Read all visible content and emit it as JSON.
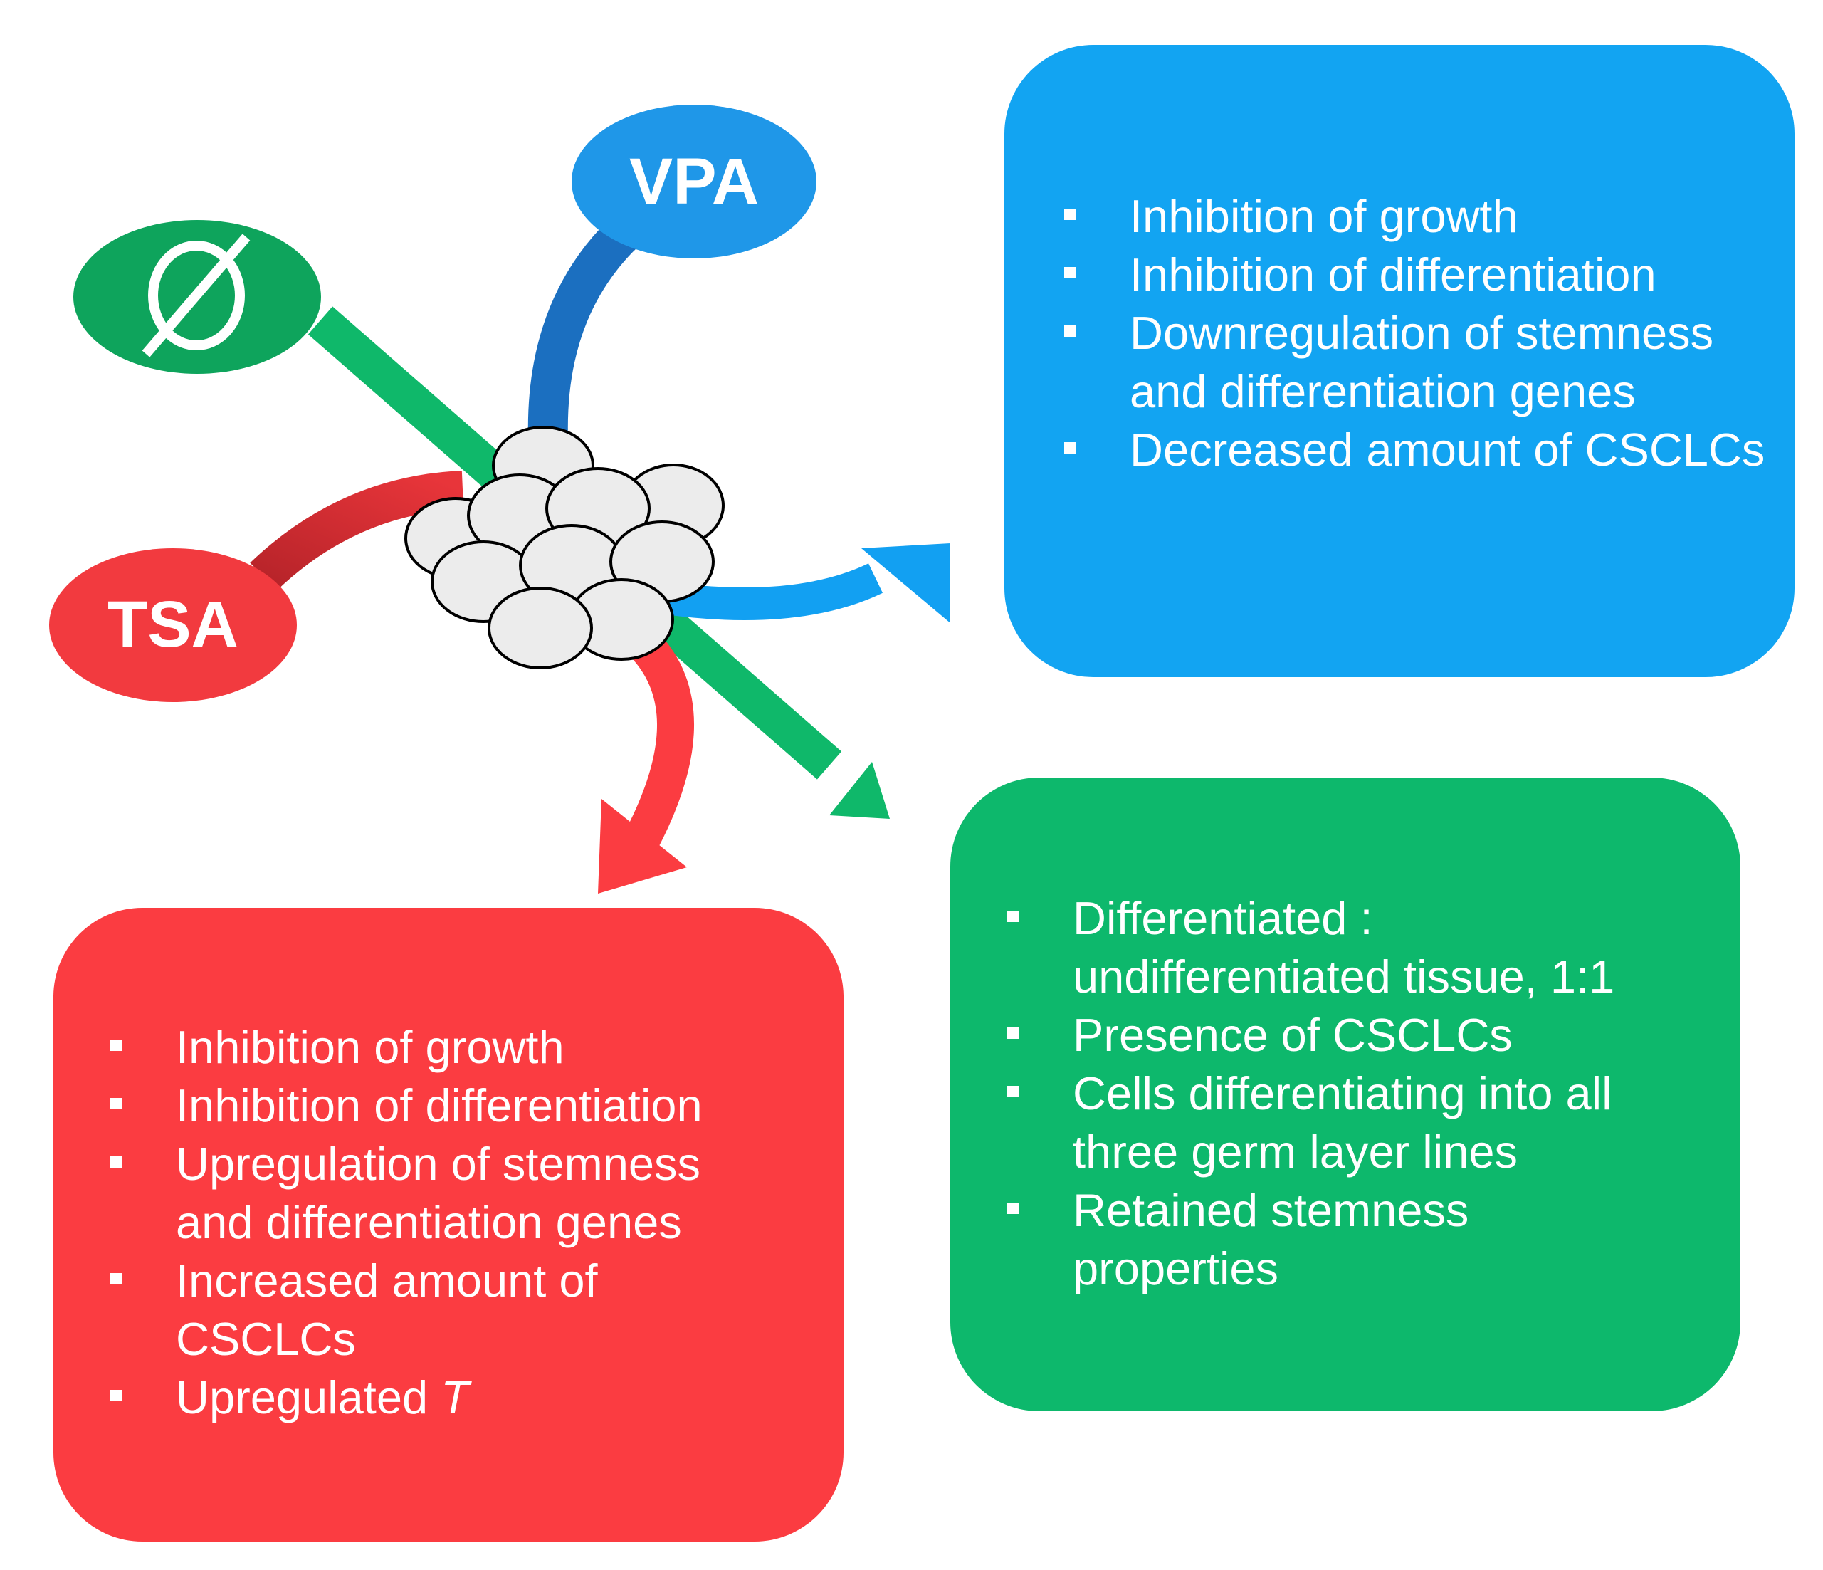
{
  "nodes": {
    "control": {
      "label": "Ø",
      "color": "#0ea45c"
    },
    "vpa": {
      "label": "VPA",
      "color": "#1f97e8"
    },
    "tsa": {
      "label": "TSA",
      "color": "#f23a3f"
    }
  },
  "boxes": {
    "vpa": {
      "color": "#12a4f2",
      "items": [
        "Inhibition of growth",
        "Inhibition of differentiation",
        "Downregulation of stemness and differentiation genes",
        "Decreased amount of CSCLCs"
      ]
    },
    "control": {
      "color": "#0db86c",
      "items": [
        "Differentiated : undifferentiated tissue, 1:1",
        "Presence of CSCLCs",
        "Cells differentiating into all three germ layer lines",
        "Retained stemness properties"
      ]
    },
    "tsa": {
      "color": "#fb3c41",
      "items": [
        "Inhibition of growth",
        "Inhibition of differentiation",
        "Upregulation of stemness and differentiation genes",
        "Increased amount of CSCLCs"
      ],
      "last_item_prefix": "Upregulated ",
      "last_item_gene": "T"
    }
  }
}
